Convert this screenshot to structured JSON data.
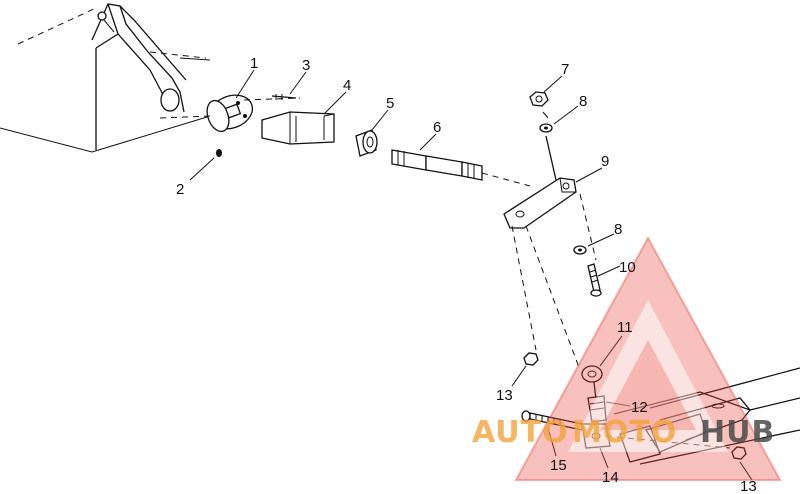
{
  "diagram": {
    "callouts": [
      "1",
      "2",
      "3",
      "4",
      "5",
      "6",
      "7",
      "8",
      "8",
      "9",
      "10",
      "11",
      "12",
      "13",
      "13",
      "14",
      "15"
    ]
  },
  "watermark": {
    "part_auto": "AUTO",
    "part_moto": "MOTO",
    "part_hub": "HUB",
    "color_red": "#e8483f",
    "color_orange": "#f2a33a",
    "color_dark": "#4a4a4a"
  }
}
